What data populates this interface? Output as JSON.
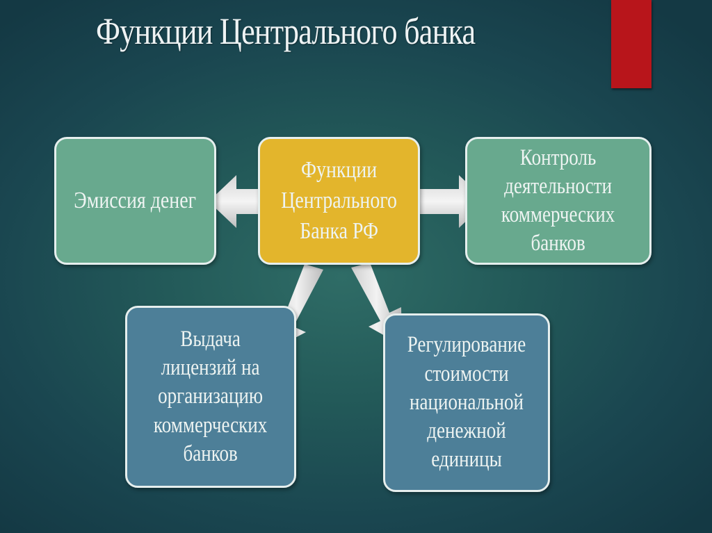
{
  "slide": {
    "title": "Функции Центрального банка",
    "accent_color": "#b8151b"
  },
  "diagram": {
    "center": {
      "label": "Функции\nЦентрального\nБанка РФ",
      "color": "#e3b52c"
    },
    "nodes": [
      {
        "id": "left",
        "label": "Эмиссия денег",
        "color": "#68a98e"
      },
      {
        "id": "right",
        "label": "Контроль\nдеятельности\nкоммерческих\nбанков",
        "color": "#68a98e"
      },
      {
        "id": "bottom-left",
        "label": "Выдача\nлицензий на\nорганизацию\nкоммерческих\nбанков",
        "color": "#4d7f98"
      },
      {
        "id": "bottom-right",
        "label": "Регулирование\nстоимости\nнациональной\nденежной\nединицы",
        "color": "#4d7f98"
      }
    ]
  }
}
